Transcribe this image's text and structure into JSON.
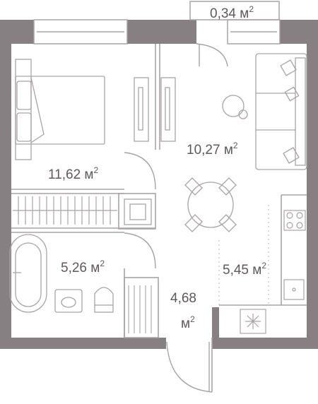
{
  "colors": {
    "wall": "#868083",
    "line": "#a9a3a6",
    "text": "#5f585c",
    "background": "#ffffff"
  },
  "rooms": [
    {
      "id": "balcony",
      "value": "0,34",
      "unit": "м",
      "power": "2"
    },
    {
      "id": "living-kitchen",
      "value": "10,27",
      "unit": "м",
      "power": "2"
    },
    {
      "id": "bedroom",
      "value": "11,62",
      "unit": "м",
      "power": "2"
    },
    {
      "id": "bathroom",
      "value": "5,26",
      "unit": "м",
      "power": "2"
    },
    {
      "id": "kitchen",
      "value": "5,45",
      "unit": "м",
      "power": "2"
    },
    {
      "id": "hallway",
      "value": "4,68",
      "unit": "м",
      "power": "2"
    }
  ],
  "icons": {
    "fridge": "snowflake-icon",
    "cooktop": "cooktop-icon",
    "sink": "sink-icon",
    "bathtub": "bathtub-icon",
    "toilet": "toilet-icon",
    "washer": "washing-machine-icon"
  }
}
